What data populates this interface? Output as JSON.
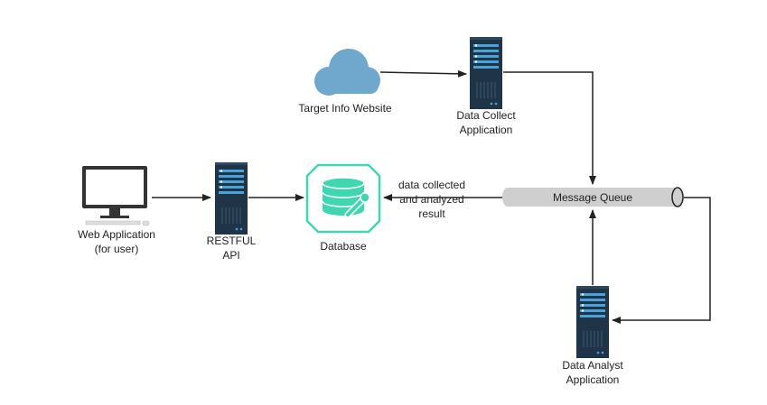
{
  "nodes": {
    "target_website": {
      "line1": "Target Info Website",
      "icon": "cloud-icon"
    },
    "data_collect": {
      "line1": "Data Collect",
      "line2": "Application",
      "icon": "server-icon"
    },
    "web_app": {
      "line1": "Web Application",
      "line2": "(for user)",
      "icon": "desktop-computer-icon"
    },
    "restful_api": {
      "line1": "RESTFUL",
      "line2": "API",
      "icon": "server-icon"
    },
    "database": {
      "line1": "Database",
      "icon": "database-icon"
    },
    "message_queue": {
      "label": "Message Queue",
      "icon": "queue-pipe-icon"
    },
    "data_analyst": {
      "line1": "Data Analyst",
      "line2": "Application",
      "icon": "server-icon"
    }
  },
  "edges": {
    "mq_to_db_label": {
      "line1": "data collected",
      "line2": "and analyzed",
      "line3": "result"
    }
  },
  "colors": {
    "server_body": "#1f3447",
    "server_accent": "#4aa3d8",
    "cloud": "#6fa8cc",
    "database": "#3fd6b0",
    "queue": "#cfcfcf",
    "arrow": "#222222"
  }
}
